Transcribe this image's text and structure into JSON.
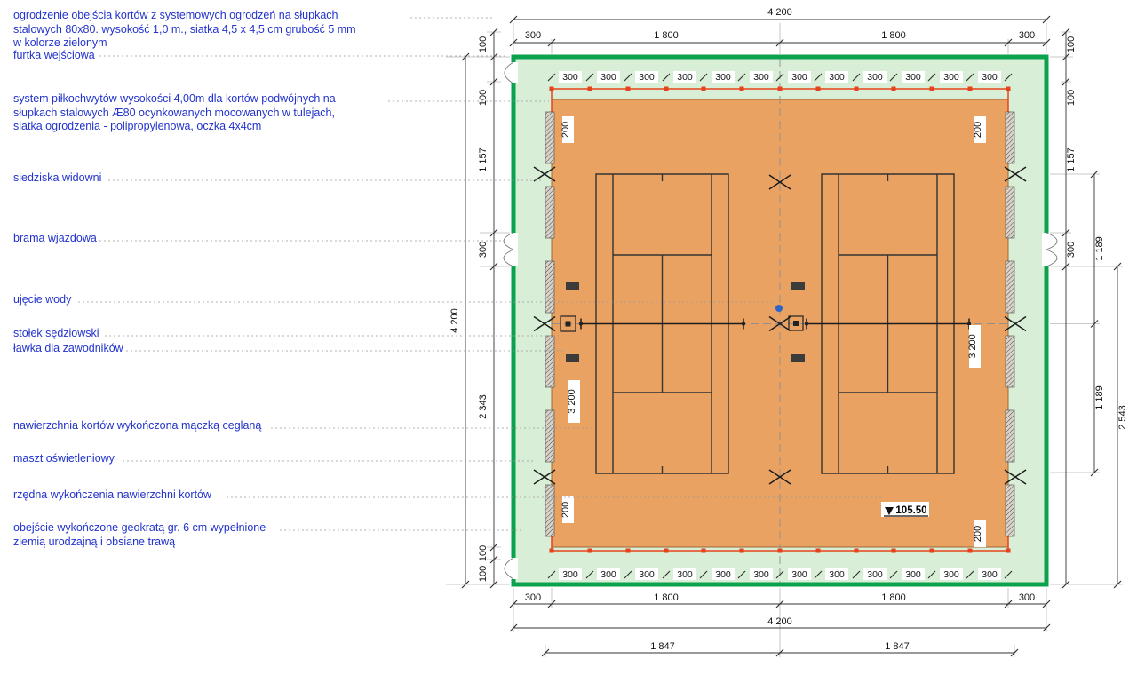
{
  "annotations": [
    {
      "text": "ogrodzenie obejścia kortów z systemowych ogrodzeń na słupkach\nstalowych 80x80. wysokość 1,0 m., siatka 4,5 x 4,5 cm grubość 5 mm\nw kolorze zielonym"
    },
    {
      "text": "furtka wejściowa"
    },
    {
      "text": "system piłkochwytów wysokości 4,00m dla kortów podwójnych na\nsłupkach stalowych Æ80 ocynkowanych mocowanych w tulejach,\nsiatka ogrodzenia - polipropylenowa, oczka 4x4cm"
    },
    {
      "text": "siedziska widowni"
    },
    {
      "text": "brama wjazdowa"
    },
    {
      "text": "ujęcie wody"
    },
    {
      "text": "stołek sędziowski"
    },
    {
      "text": "ławka dla zawodników"
    },
    {
      "text": "nawierzchnia kortów wykończona mączką ceglaną"
    },
    {
      "text": "maszt oświetleniowy"
    },
    {
      "text": "rzędna wykończenia nawierzchni kortów"
    },
    {
      "text": "obejście wykończone geokratą gr. 6 cm wypełnione\nziemią urodzajną i obsiane trawą"
    }
  ],
  "dims": {
    "overall": "4 200",
    "top_segs": [
      "300",
      "1 800",
      "1 800",
      "300"
    ],
    "cell": "300",
    "left": {
      "a": "100",
      "b": "100",
      "c": "1 157",
      "d": "300",
      "e": "2 343",
      "f": "100",
      "g": "100",
      "total": "4 200"
    },
    "right": {
      "a": "100",
      "b": "100",
      "c": "1 157",
      "d": "300",
      "e": "1 189",
      "f": "1 189",
      "g": "2 543"
    },
    "court": {
      "s200": "200",
      "s3200": "3 200"
    },
    "bottom_segs": [
      "300",
      "1 800",
      "1 800",
      "300"
    ],
    "bottom_total": "4 200",
    "axis_segs": [
      "1 847",
      "1 847"
    ],
    "elevation": "105.50"
  },
  "colors": {
    "fence_green": "#0ba24e",
    "lawn_green": "#d8eed6",
    "clay_orange": "#e9a262",
    "post_red": "#e5431c",
    "label_blue": "#2233cc",
    "water_blue": "#2e64c8"
  }
}
